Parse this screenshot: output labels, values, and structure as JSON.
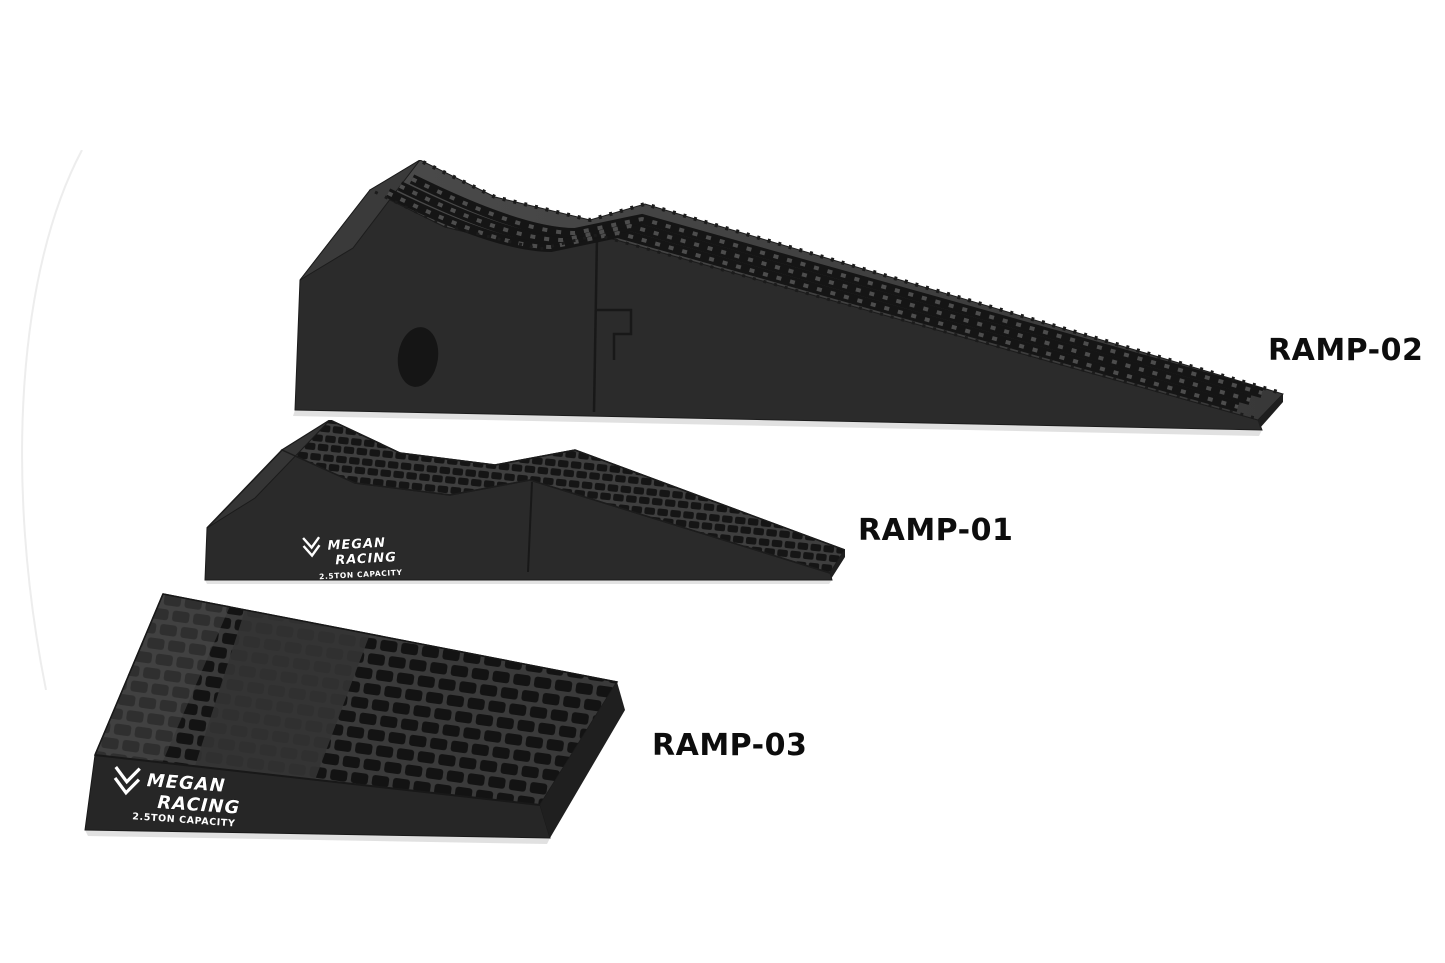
{
  "page": {
    "background_color": "#ffffff"
  },
  "colors": {
    "ramp_body": "#2b2b2b",
    "ramp_top": "#3f3f3f",
    "tread_dark": "#151515",
    "label_text": "#0d0d0d",
    "logo_text": "#ffffff"
  },
  "products": [
    {
      "id": "ramp-02",
      "label": "RAMP-02"
    },
    {
      "id": "ramp-01",
      "label": "RAMP-01",
      "brand_line1": "MEGAN",
      "brand_line2": "RACING",
      "capacity": "2.5TON CAPACITY"
    },
    {
      "id": "ramp-03",
      "label": "RAMP-03",
      "brand_line1": "MEGAN",
      "brand_line2": "RACING",
      "capacity": "2.5TON CAPACITY"
    }
  ]
}
